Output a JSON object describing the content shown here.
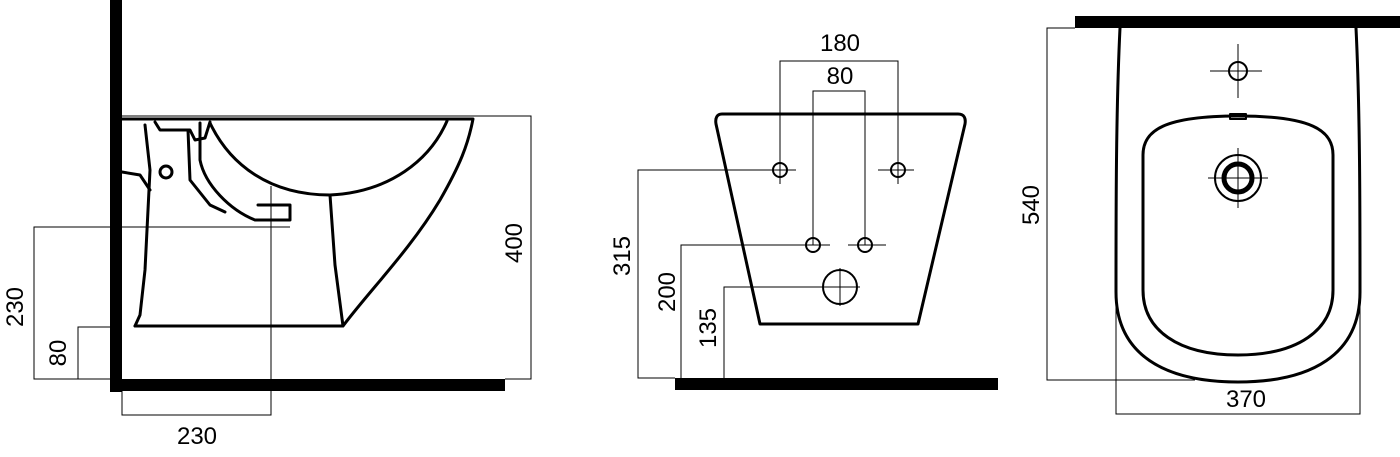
{
  "side_view": {
    "dim_height_total": "400",
    "dim_waste_height": "230",
    "dim_bolt_height": "80",
    "dim_waste_offset": "230"
  },
  "back_view": {
    "dim_outer_spacing": "180",
    "dim_inner_spacing": "80",
    "dim_upper_holes": "315",
    "dim_lower_holes": "200",
    "dim_outlet": "135"
  },
  "top_view": {
    "dim_length": "540",
    "dim_width": "370"
  },
  "colors": {
    "line": "#000000",
    "background": "#ffffff"
  }
}
